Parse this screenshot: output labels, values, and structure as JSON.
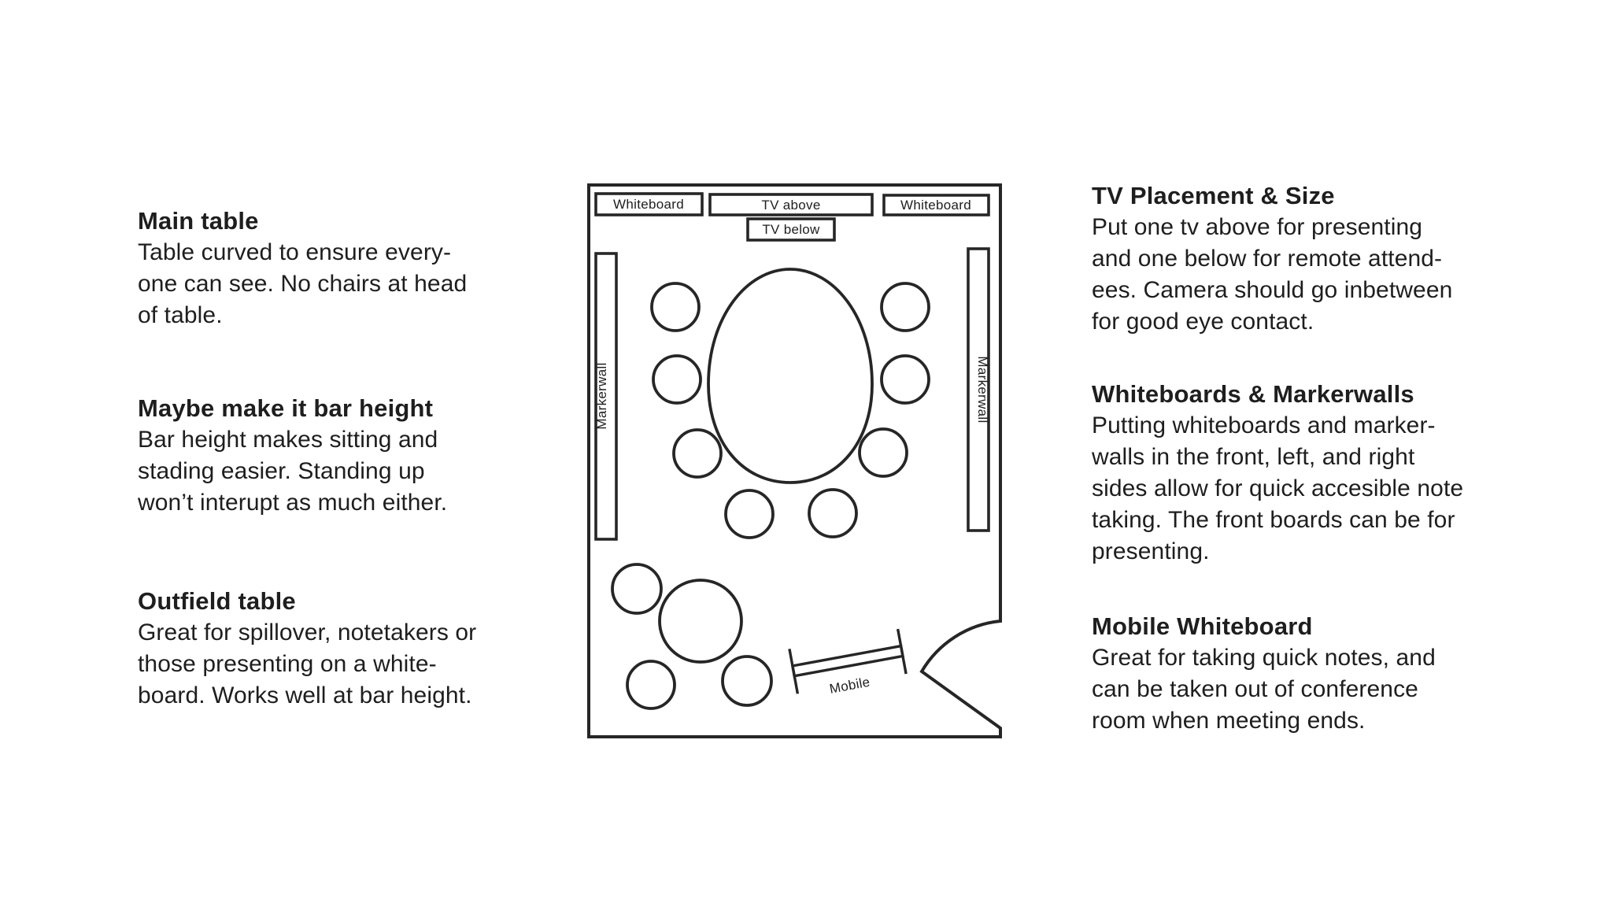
{
  "page": {
    "background": "#ffffff",
    "ink": "#1e1e1e"
  },
  "left_column": {
    "sections": [
      {
        "heading": "Main table",
        "lines": [
          "Table curved to ensure every-",
          "one can see. No chairs at head",
          "of table."
        ]
      },
      {
        "heading": "Maybe make it bar height",
        "lines": [
          "Bar height makes sitting and",
          "stading easier. Standing up",
          "won’t interupt as much either."
        ]
      },
      {
        "heading": "Outfield table",
        "lines": [
          "Great for spillover, notetakers or",
          "those presenting on a white-",
          "board. Works well at bar height."
        ]
      }
    ]
  },
  "right_column": {
    "sections": [
      {
        "heading": "TV Placement & Size",
        "lines": [
          "Put one tv above for presenting",
          "and one below for remote attend-",
          "ees. Camera should go inbetween",
          "for good eye contact."
        ]
      },
      {
        "heading": "Whiteboards & Markerwalls",
        "lines": [
          "Putting whiteboards and marker-",
          "walls in the front, left, and right",
          "sides allow for quick accesible note",
          "taking. The front boards can be for",
          "presenting."
        ]
      },
      {
        "heading": "Mobile Whiteboard",
        "lines": [
          "Great for taking quick notes, and",
          "can be taken out of conference",
          "room when meeting ends."
        ]
      }
    ]
  },
  "floorplan": {
    "whiteboard_left": "Whiteboard",
    "tv_above": "TV above",
    "tv_below": "TV below",
    "whiteboard_right": "Whiteboard",
    "markerwall_left": "Markerwall",
    "markerwall_right": "Markerwall",
    "mobile": "Mobile"
  }
}
